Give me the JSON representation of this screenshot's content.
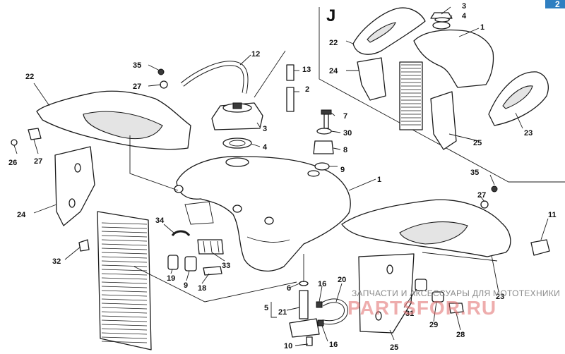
{
  "inset": {
    "letter": "J"
  },
  "corner_badge": "2",
  "watermark": {
    "line": "ЗАПЧАСТИ И АКСЕССУАРЫ ДЛЯ МОТОТЕХНИКИ",
    "logo": "PARTSFOR.RU"
  },
  "callouts": [
    {
      "id": "c3-inset",
      "text": "3"
    },
    {
      "id": "c4-inset",
      "text": "4"
    },
    {
      "id": "c1-inset",
      "text": "1"
    },
    {
      "id": "c22-inset",
      "text": "22"
    },
    {
      "id": "c24-inset",
      "text": "24"
    },
    {
      "id": "c23-inset",
      "text": "23"
    },
    {
      "id": "c25-inset",
      "text": "25"
    },
    {
      "id": "c12",
      "text": "12"
    },
    {
      "id": "c35a",
      "text": "35"
    },
    {
      "id": "c27a",
      "text": "27"
    },
    {
      "id": "c13",
      "text": "13"
    },
    {
      "id": "c2",
      "text": "2"
    },
    {
      "id": "c22",
      "text": "22"
    },
    {
      "id": "c3",
      "text": "3"
    },
    {
      "id": "c7",
      "text": "7"
    },
    {
      "id": "c30",
      "text": "30"
    },
    {
      "id": "c4",
      "text": "4"
    },
    {
      "id": "c8",
      "text": "8"
    },
    {
      "id": "c26",
      "text": "26"
    },
    {
      "id": "c27b",
      "text": "27"
    },
    {
      "id": "c9a",
      "text": "9"
    },
    {
      "id": "c1",
      "text": "1"
    },
    {
      "id": "c35b",
      "text": "35"
    },
    {
      "id": "c27c",
      "text": "27"
    },
    {
      "id": "c24",
      "text": "24"
    },
    {
      "id": "c11",
      "text": "11"
    },
    {
      "id": "c34",
      "text": "34"
    },
    {
      "id": "c32",
      "text": "32"
    },
    {
      "id": "c33",
      "text": "33"
    },
    {
      "id": "c19",
      "text": "19"
    },
    {
      "id": "c9b",
      "text": "9"
    },
    {
      "id": "c18",
      "text": "18"
    },
    {
      "id": "c23",
      "text": "23"
    },
    {
      "id": "c6",
      "text": "6"
    },
    {
      "id": "c16a",
      "text": "16"
    },
    {
      "id": "c20",
      "text": "20"
    },
    {
      "id": "c5",
      "text": "5"
    },
    {
      "id": "c21",
      "text": "21"
    },
    {
      "id": "c31",
      "text": "31"
    },
    {
      "id": "c29",
      "text": "29"
    },
    {
      "id": "c28",
      "text": "28"
    },
    {
      "id": "c10",
      "text": "10"
    },
    {
      "id": "c16b",
      "text": "16"
    },
    {
      "id": "c25",
      "text": "25"
    }
  ]
}
